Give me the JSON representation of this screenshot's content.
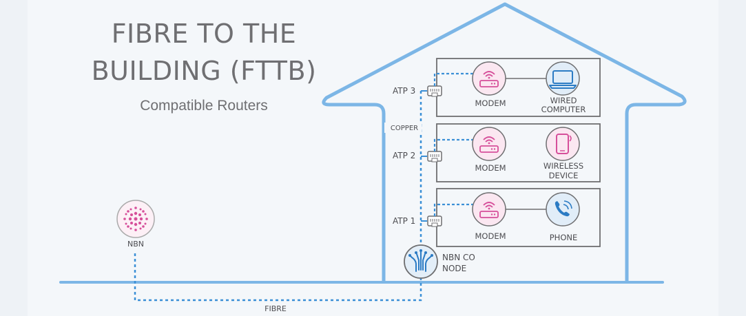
{
  "title_line1": "FIBRE TO THE",
  "title_line2": "BUILDING (FTTB)",
  "subtitle": "Compatible Routers",
  "labels": {
    "nbn": "NBN",
    "fibre": "FIBRE",
    "copper": "COPPER",
    "nbn_co_line1": "NBN CO",
    "nbn_co_line2": "NODE"
  },
  "floors": [
    {
      "atp": "ATP 3",
      "modem": "MODEM",
      "device_line1": "WIRED",
      "device_line2": "COMPUTER",
      "device_icon": "laptop-icon"
    },
    {
      "atp": "ATP 2",
      "modem": "MODEM",
      "device_line1": "WIRELESS",
      "device_line2": "DEVICE",
      "device_icon": "smartphone-icon"
    },
    {
      "atp": "ATP 1",
      "modem": "MODEM",
      "device_line1": "PHONE",
      "device_line2": "",
      "device_icon": "phone-icon"
    }
  ],
  "colors": {
    "house_outline": "#7cb6e6",
    "fibre_line": "#3a8fd6",
    "modem_pink": "#d64f9a",
    "device_blue": "#2b7bc4",
    "panel_border": "#6e6e70",
    "text_grey": "#6f6f72"
  }
}
